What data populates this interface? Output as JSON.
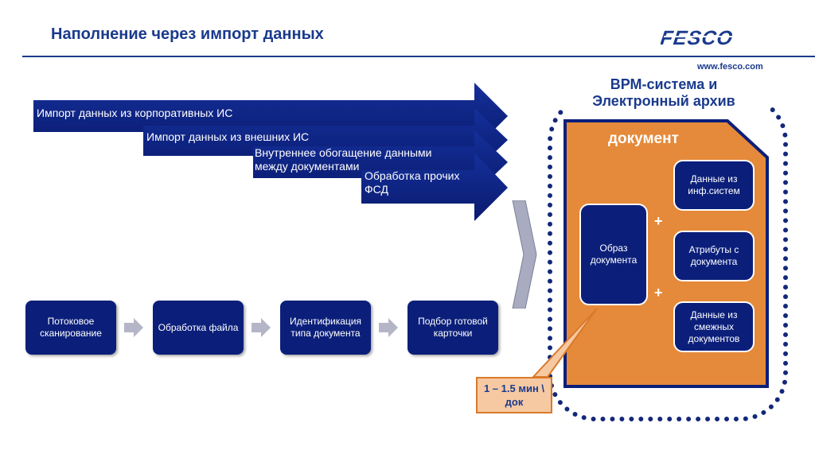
{
  "header": {
    "title": "Наполнение через импорт данных",
    "logo_text": "FESCO",
    "url": "www.fesco.com"
  },
  "import_arrows": [
    {
      "label": "Импорт данных из корпоративных ИС"
    },
    {
      "label": "Импорт данных из внешних ИС"
    },
    {
      "label": "Внутреннее обогащение данными между документами"
    },
    {
      "label": "Обработка прочих ФСД"
    }
  ],
  "process_steps": [
    {
      "label": "Потоковое сканирование"
    },
    {
      "label": "Обработка файла"
    },
    {
      "label": "Идентификация типа документа"
    },
    {
      "label": "Подбор готовой карточки"
    }
  ],
  "system": {
    "title": "ВРМ-система и Электронный архив",
    "document_title": "документ",
    "image_box": "Образ документа",
    "sources": [
      {
        "label": "Данные из инф.систем"
      },
      {
        "label": "Атрибуты с документа"
      },
      {
        "label": "Данные из смежных документов"
      }
    ],
    "plus_sign": "+"
  },
  "callout": {
    "text": "1 – 1.5 мин \\ док"
  },
  "colors": {
    "navy": "#0b1f7a",
    "title_blue": "#1a3a8c",
    "orange": "#e58a3a",
    "grey_arrow": "#a9acc0"
  }
}
